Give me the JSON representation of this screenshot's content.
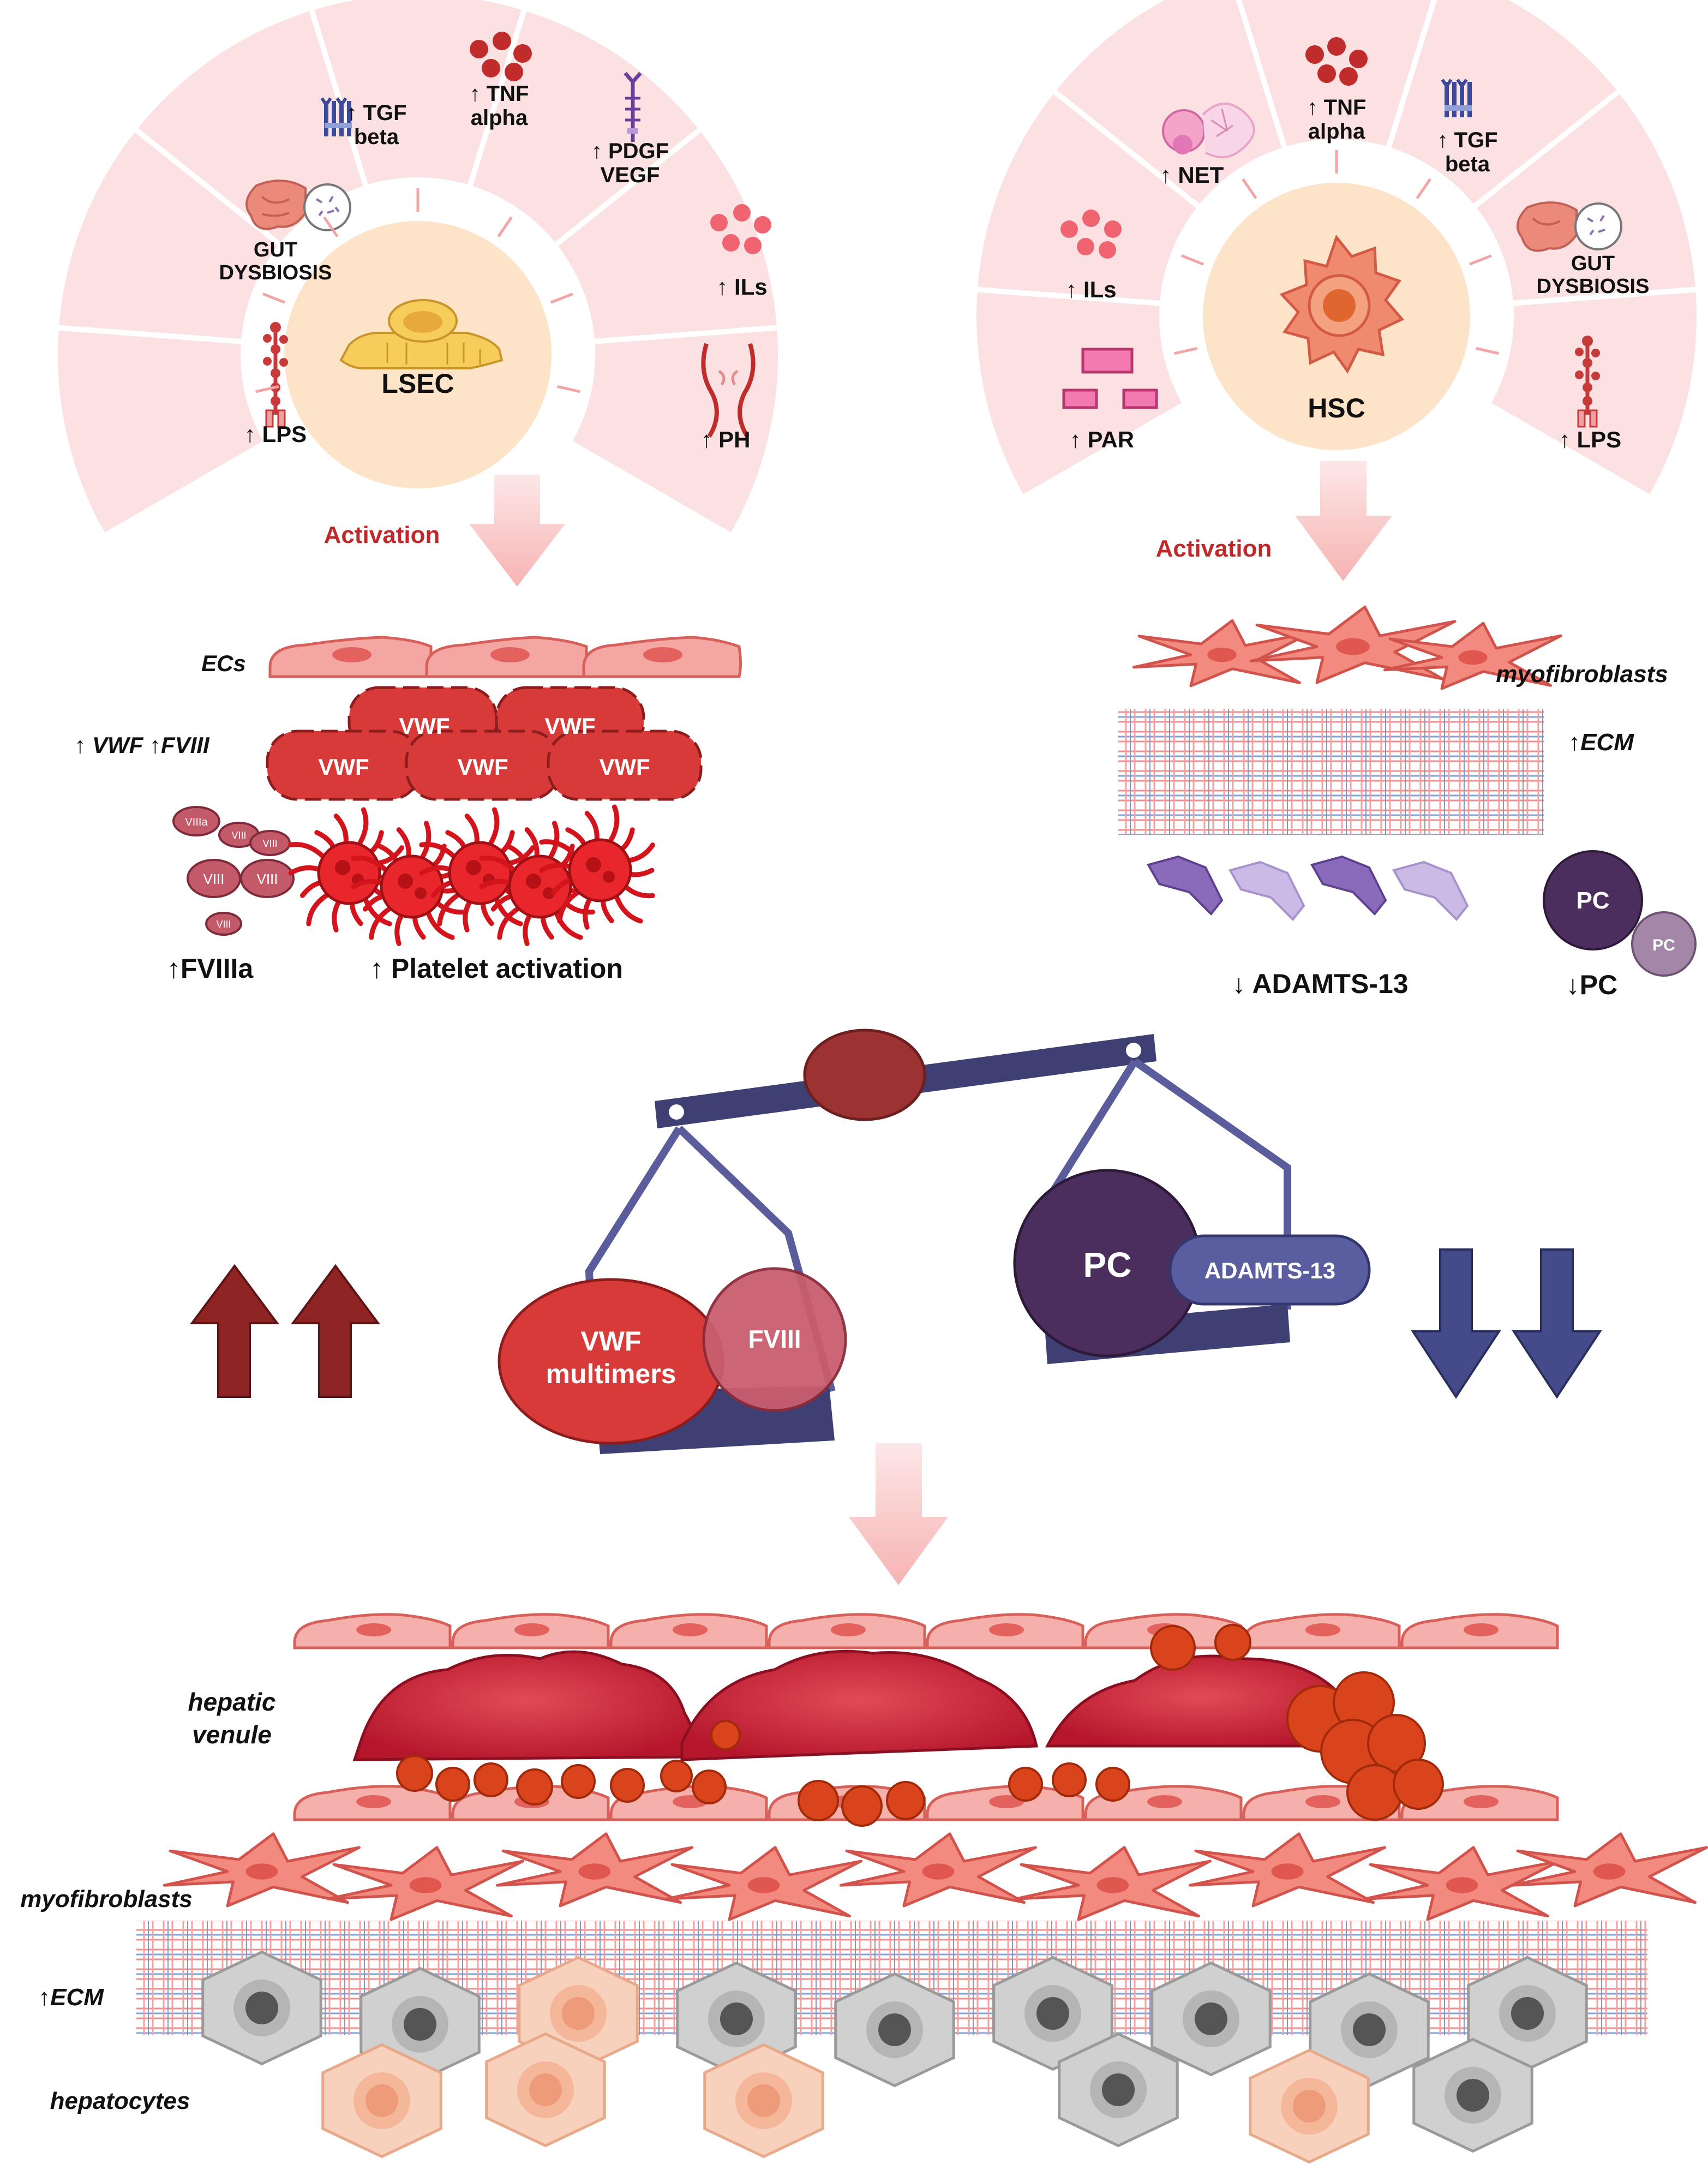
{
  "left_panel": {
    "center_label": "LSEC",
    "factors": [
      {
        "lines": [
          "↑ LPS"
        ]
      },
      {
        "lines": [
          "GUT",
          "DYSBIOSIS"
        ]
      },
      {
        "lines": [
          "↑ TGF",
          "beta"
        ]
      },
      {
        "lines": [
          "↑ TNF",
          "alpha"
        ]
      },
      {
        "lines": [
          "↑ PDGF",
          "VEGF"
        ]
      },
      {
        "lines": [
          "↑ ILs"
        ]
      },
      {
        "lines": [
          "↑ PH"
        ]
      }
    ],
    "activation": "Activation",
    "ecs_label": "ECs",
    "vwf_fviii_label": "↑ VWF ↑FVIII",
    "vwf_blob": "VWF",
    "fviii_particles": [
      "VIIIa",
      "VIII",
      "VIII",
      "VIII",
      "VIII",
      "VIII"
    ],
    "fviiia_label": "↑FVIIIa",
    "platelet_label": "↑ Platelet  activation"
  },
  "right_panel": {
    "center_label": "HSC",
    "factors": [
      {
        "lines": [
          "↑ PAR"
        ]
      },
      {
        "lines": [
          "↑ ILs"
        ]
      },
      {
        "lines": [
          "↑ NET"
        ]
      },
      {
        "lines": [
          "↑ TNF",
          "alpha"
        ]
      },
      {
        "lines": [
          "↑ TGF",
          "beta"
        ]
      },
      {
        "lines": [
          "GUT",
          "DYSBIOSIS"
        ]
      },
      {
        "lines": [
          "↑ LPS"
        ]
      }
    ],
    "activation": "Activation",
    "myofibroblasts_label": "myofibroblasts",
    "ecm_label": "↑ECM",
    "adamts_label": "↓ ADAMTS-13",
    "pc_label": "↓PC",
    "pc_big": "PC",
    "pc_small": "PC"
  },
  "balance": {
    "left_pan": {
      "big": [
        "VWF",
        "multimers"
      ],
      "small": "FVIII"
    },
    "right_pan": {
      "big": "PC",
      "small": "ADAMTS-13"
    }
  },
  "bottom": {
    "hepatic_venule_label": [
      "hepatic",
      "venule"
    ],
    "myofibroblasts_label": "myofibroblasts",
    "ecm_label": "↑ECM",
    "hepatocytes_label": "hepatocytes"
  },
  "colors": {
    "wedge": "#fbe3e3",
    "center_circle": "#fde2c6",
    "activation_red": "#c0282b",
    "vwf_red": "#d83a3a",
    "balance_navy": "#3e3f73",
    "up_arrow": "#8e2424",
    "down_arrow": "#444a8a",
    "pc_purple": "#4b2e5e",
    "adamts_blue": "#5a5ea0"
  }
}
